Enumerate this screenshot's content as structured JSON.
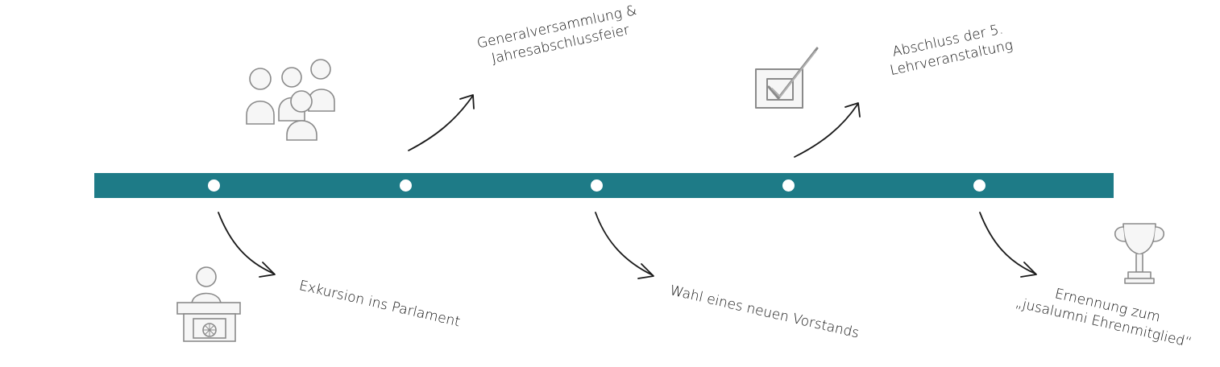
{
  "timeline": {
    "bar_color": "#1e7b87",
    "dot_color": "#ffffff",
    "events": [
      {
        "position": "below",
        "label_lines": [
          "Exkursion ins Parlament"
        ],
        "icon": "podium-speaker-icon"
      },
      {
        "position": "above",
        "label_lines": [
          "Generalversammlung &",
          "Jahresabschlussfeier"
        ],
        "icon": "group-of-people-icon"
      },
      {
        "position": "below",
        "label_lines": [
          "Wahl eines neuen Vorstands"
        ],
        "icon": ""
      },
      {
        "position": "above",
        "label_lines": [
          "Abschluss der 5.",
          "Lehrveranstaltung"
        ],
        "icon": "checkbox-checked-icon"
      },
      {
        "position": "below",
        "label_lines": [
          "Ernennung zum",
          "„jusalumni Ehrenmitglied“"
        ],
        "icon": "trophy-icon"
      }
    ]
  }
}
